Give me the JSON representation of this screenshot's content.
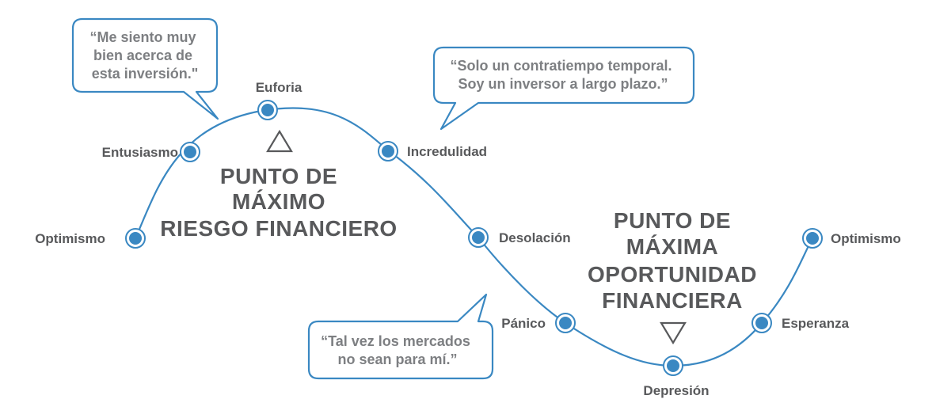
{
  "stages": {
    "optimismo_start": "Optimismo",
    "entusiasmo": "Entusiasmo",
    "euforia": "Euforia",
    "incredulidad": "Incredulidad",
    "desolacion": "Desolación",
    "panico": "Pánico",
    "depresion": "Depresión",
    "esperanza": "Esperanza",
    "optimismo_end": "Optimismo"
  },
  "max_risk": {
    "line1": "PUNTO DE",
    "line2": "MÁXIMO",
    "line3": "RIESGO FINANCIERO"
  },
  "max_opportunity": {
    "line1": "PUNTO DE",
    "line2": "MÁXIMA",
    "line3": "OPORTUNIDAD",
    "line4": "FINANCIERA"
  },
  "quotes": {
    "euphoria": [
      "“Me siento muy",
      "bien acerca de",
      "esta inversión.\""
    ],
    "setback": [
      "“Solo un contratiempo temporal.",
      "Soy un inversor a largo plazo.”"
    ],
    "panic": [
      "“Tal vez los mercados",
      "no sean para mí.”"
    ]
  },
  "colors": {
    "accent": "#3a88c2",
    "text": "#58595b",
    "quote_text": "#7d7f82"
  }
}
